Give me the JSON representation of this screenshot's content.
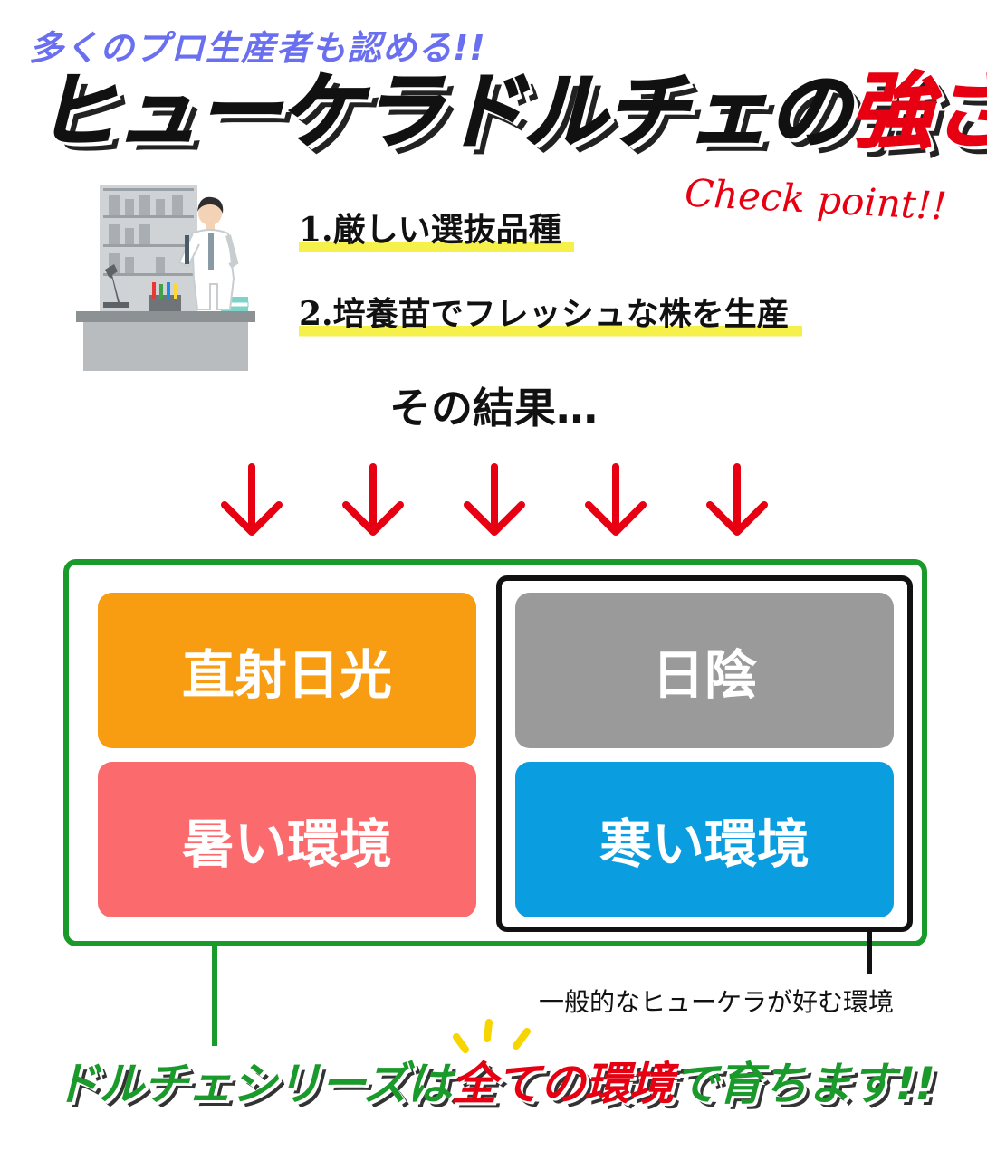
{
  "header": {
    "tagline": "多くのプロ生産者も認める!!",
    "title_main": "ヒューケラドルチェの",
    "title_accent": "強さ",
    "checkpoint": "Check point!!"
  },
  "points": [
    {
      "label": "1.厳しい選抜品種"
    },
    {
      "label": "2.培養苗でフレッシュな株を生産"
    }
  ],
  "result_text": "その結果…",
  "arrows_count": 5,
  "environments": {
    "sun": "直射日光",
    "shade": "日陰",
    "hot": "暑い環境",
    "cold": "寒い環境"
  },
  "caption": "一般的なヒューケラが好む環境",
  "footer": {
    "part1": "ドルチェシリーズは",
    "part2": "全ての環境",
    "part3": "で育ちます!!"
  },
  "colors": {
    "accent_red": "#e60012",
    "green": "#1a9a2a",
    "tagline_blue": "#6a6ff0",
    "sun": "#f89c12",
    "shade": "#9a9a9a",
    "hot": "#fb6a6c",
    "cold": "#0a9ddf",
    "highlight": "#f6f04a"
  }
}
